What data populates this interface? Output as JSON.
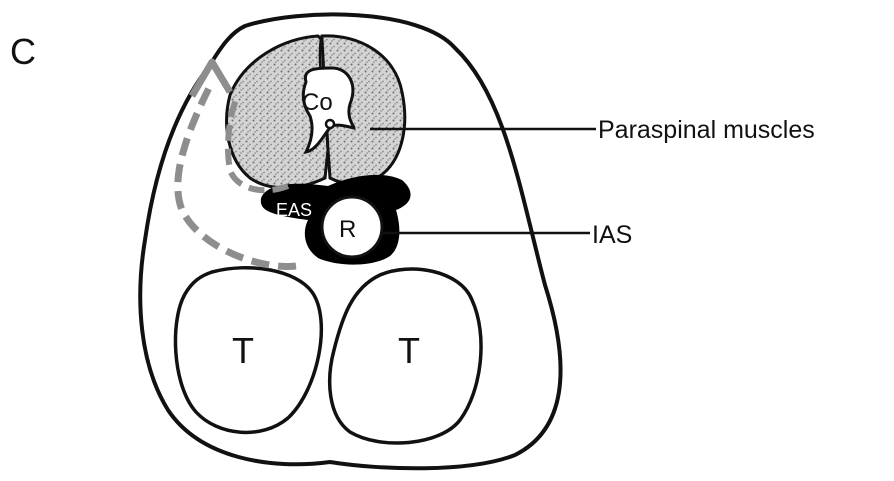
{
  "panel_letter": "C",
  "labels": {
    "paraspinal": "Paraspinal muscles",
    "ias": "IAS",
    "eas": "EAS",
    "rectum": "R",
    "coccyx": "Co",
    "tuberosity_left": "T",
    "tuberosity_right": "T"
  },
  "colors": {
    "outline": "#111111",
    "dashed_arrow": "#8e8e8e",
    "muscle_fill": "#c9c9c9",
    "sphincter_fill": "#000000"
  }
}
